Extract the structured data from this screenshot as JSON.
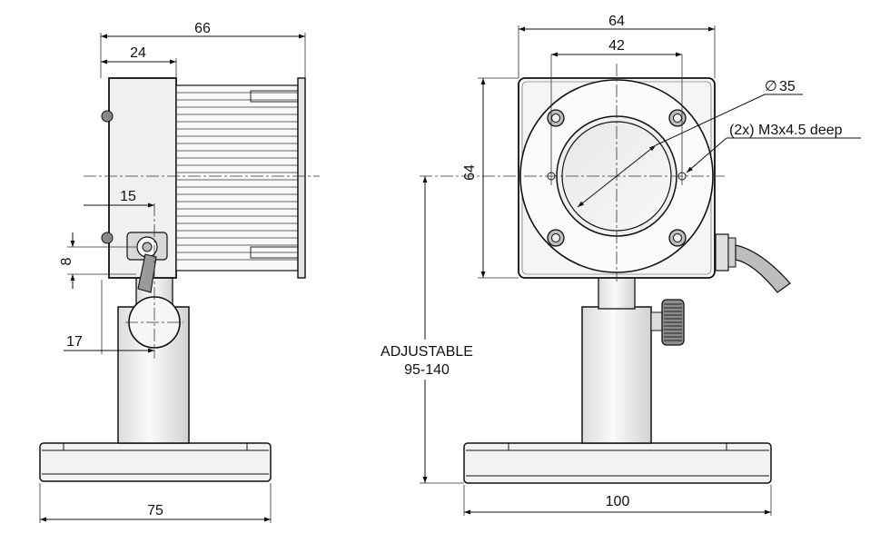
{
  "drawing": {
    "side_view": {
      "overall_depth": "66",
      "housing_depth": "24",
      "lock_offset": "15",
      "lock_height": "8",
      "post_offset": "17",
      "base_width": "75"
    },
    "front_view": {
      "housing_width": "64",
      "hole_spacing": "42",
      "housing_height": "64",
      "aperture_diameter": "35",
      "diameter_symbol": "∅",
      "mount_holes": "(2x) M3x4.5 deep",
      "height_label": "ADJUSTABLE",
      "height_range": "95-140",
      "base_width": "100"
    }
  },
  "colors": {
    "line": "#111111",
    "fill_light": "#f4f4f4",
    "fill_mid": "#e6e6e6",
    "fill_dark": "#9a9a9a"
  }
}
